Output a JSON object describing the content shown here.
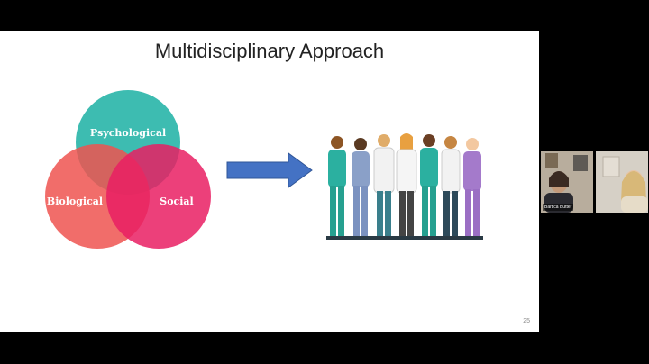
{
  "slide": {
    "title": "Multidisciplinary Approach",
    "slide_number": "25",
    "venn": {
      "circles": [
        {
          "label": "Psychological",
          "color": "#22b3a6"
        },
        {
          "label": "Biological",
          "color": "#ef5350"
        },
        {
          "label": "Social",
          "color": "#e91e63"
        }
      ]
    },
    "arrow": {
      "color": "#4472c4",
      "icon": "right-arrow-icon"
    },
    "illustration": {
      "icon": "healthcare-team-icon"
    }
  },
  "participants": [
    {
      "name": "Bartica Butter"
    },
    {
      "name": ""
    }
  ]
}
